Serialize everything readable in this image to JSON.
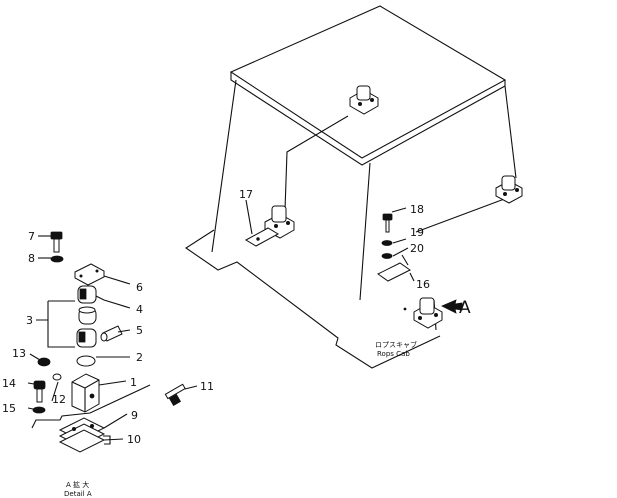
{
  "callouts": {
    "c1": "1",
    "c2": "2",
    "c3": "3",
    "c4": "4",
    "c5": "5",
    "c6": "6",
    "c7": "7",
    "c8": "8",
    "c9": "9",
    "c10": "10",
    "c11": "11",
    "c12": "12",
    "c13": "13",
    "c14": "14",
    "c15": "15",
    "c16": "16",
    "c17": "17",
    "c18": "18",
    "c19": "19",
    "c20": "20"
  },
  "detail_marker": "A",
  "cab_label": {
    "japanese": "ロプスキャブ",
    "english": "Rops Cab"
  },
  "detail_caption": {
    "line1": "A 拡 大",
    "line2": "Detail A"
  }
}
